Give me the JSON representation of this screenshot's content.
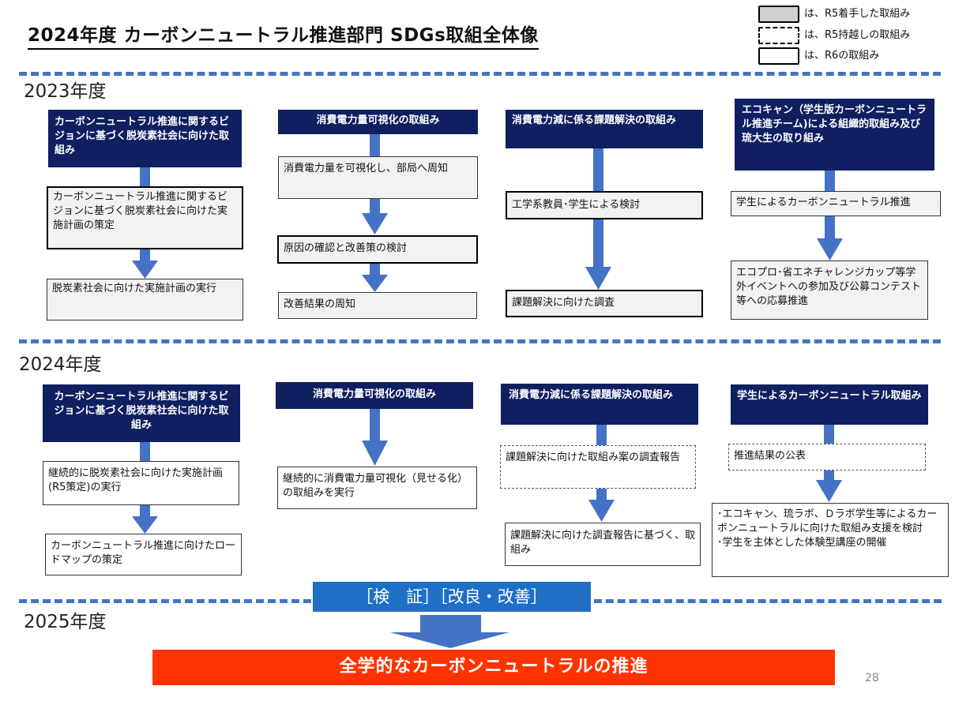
{
  "title": "2024年度 カーボンニュートラル推進部門 SDGs取組全体像",
  "legend": {
    "gray": "は、R5着手した取組み",
    "dashed": "は、R5持越しの取組み",
    "white": "は、R6の取組み"
  },
  "years": {
    "y2023": "2023年度",
    "y2024": "2024年度",
    "y2025": "2025年度"
  },
  "s2023": {
    "c1": {
      "header": "カーボンニュートラル推進に関するビジョンに基づく脱炭素社会に向けた取組み",
      "b1": "カーボンニュートラル推進に関するビジョンに基づく脱炭素社会に向けた実施計画の策定",
      "b2": "脱炭素社会に向けた実施計画の実行"
    },
    "c2": {
      "header": "消費電力量可視化の取組み",
      "b1": "消費電力量を可視化し、部局へ周知",
      "b2": "原因の確認と改善策の検討",
      "b3": "改善結果の周知"
    },
    "c3": {
      "header": "消費電力減に係る課題解決の取組み",
      "b1": "工学系教員･学生による検討",
      "b2": "課題解決に向けた調査"
    },
    "c4": {
      "header": "エコキャン（学生版カーボンニュートラル推進チーム)による組織的取組み及び琉大生の取り組み",
      "b1": "学生によるカーボンニュートラル推進",
      "b2": "エコプロ･省エネチャレンジカップ等学外イベントへの参加及び公募コンテスト等への応募推進"
    }
  },
  "s2024": {
    "c1": {
      "header": "カーボンニュートラル推進に関するビジョンに基づく脱炭素社会に向けた取組み",
      "b1": "継続的に脱炭素社会に向けた実施計画(R5策定)の実行",
      "b2": "カーボンニュートラル推進に向けたロードマップの策定"
    },
    "c2": {
      "header": "消費電力量可視化の取組み",
      "b1": "継続的に消費電力量可視化（見せる化）の取組みを実行"
    },
    "c3": {
      "header": "消費電力減に係る課題解決の取組み",
      "b1": "課題解決に向けた取組み案の調査報告",
      "b2": "課題解決に向けた調査報告に基づく、取組み"
    },
    "c4": {
      "header": "学生によるカーボンニュートラル取組み",
      "b1": "推進結果の公表",
      "b2": "･エコキャン、琉ラボ、Ｄラボ学生等によるカーボンニュートラルに向けた取組み支援を検討\n･学生を主体とした体験型講座の開催"
    }
  },
  "banner": "［検　証］［改良・改善］",
  "final": "全学的なカーボンニュートラルの推進",
  "page_number": "28",
  "colors": {
    "navy": "#0F1F60",
    "arrow": "#4472C4",
    "banner": "#1F6FC6",
    "final": "#FF3300"
  }
}
